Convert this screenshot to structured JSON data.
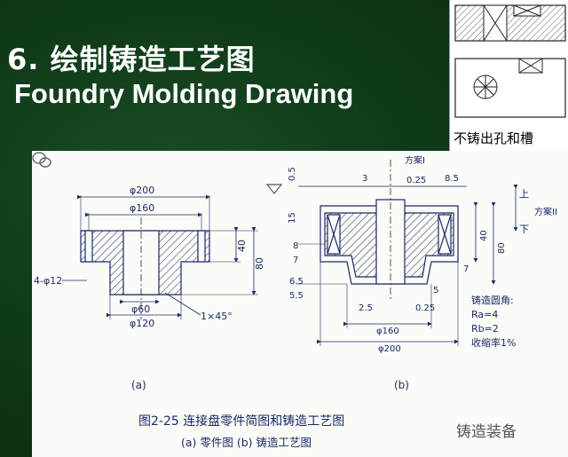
{
  "slide": {
    "title_cn": "6. 绘制铸造工艺图",
    "title_en": "Foundry Molding Drawing"
  },
  "inset": {
    "label": "不铸出孔和槽"
  },
  "figure": {
    "part_a": {
      "dim_top": "φ200",
      "dim_mid": "φ160",
      "holes": "4-φ12",
      "dim_40": "40",
      "dim_80": "80",
      "dim_bore": "φ60",
      "dim_base": "φ120",
      "chamfer": "1×45°",
      "label": "(a)"
    },
    "part_b": {
      "scheme1": "方案I",
      "scheme2": "方案II",
      "upper": "上",
      "lower": "下",
      "d05": "0.5",
      "d3": "3",
      "d025_top": "0.25",
      "d85": "8.5",
      "d15": "15",
      "d8": "8",
      "d7a": "7",
      "d65": "6.5",
      "d55": "5.5",
      "d40": "40",
      "d80": "80",
      "d7b": "7",
      "d5": "5",
      "d25": "2.5",
      "d025_bot": "0.25",
      "d160": "φ160",
      "d200": "φ200",
      "fillet_title": "铸造圆角:",
      "fillet_ra": "Ra=4",
      "fillet_rb": "Rb=2",
      "shrink": "收缩率1%",
      "label": "(b)"
    },
    "caption_main": "图2-25  连接盘零件简图和铸造工艺图",
    "caption_sub": "(a) 零件图    (b) 铸造工艺图"
  },
  "watermark": "铸造装备"
}
